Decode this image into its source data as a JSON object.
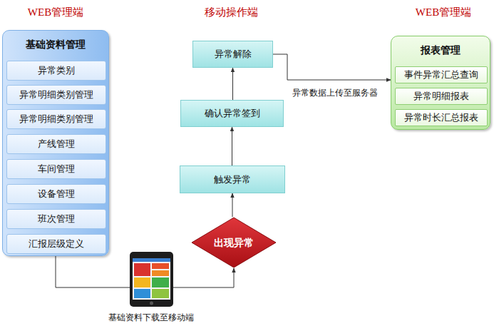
{
  "diagram": {
    "nodes": [
      {
        "text": [
          "基础资料管理"
        ]
      },
      {
        "text": [
          "异常类别"
        ],
        "in": 0
      },
      {
        "text": [
          "异常明细类别管理"
        ],
        "in": 0
      },
      {
        "text": [
          "异常明细类别管理"
        ],
        "in": 0
      },
      {
        "text": [
          "产线管理"
        ],
        "in": 0
      },
      {
        "text": [
          "车间管理"
        ],
        "in": 0
      },
      {
        "text": [
          "设备管理"
        ],
        "in": 0
      },
      {
        "text": [
          "班次管理"
        ],
        "in": 0
      },
      {
        "text": [
          "汇报层级定义"
        ],
        "in": 0
      },
      {
        "text": [
          "异常解除"
        ]
      },
      {
        "text": [
          "确认异常签到"
        ]
      },
      {
        "text": [
          "触发异常"
        ]
      },
      {
        "text": [
          "出现异常"
        ]
      },
      {
        "text": [
          "报表管理"
        ]
      },
      {
        "text": [
          "事件异常汇总查询"
        ],
        "in": 13
      },
      {
        "text": [
          "异常明细报表"
        ],
        "in": 13
      },
      {
        "text": [
          "异常时长汇总报表"
        ],
        "in": 13
      }
    ],
    "edges": [
      {
        "from": 0,
        "to": 12,
        "label": "基础资料下载至移动端",
        "arrow": "to"
      },
      {
        "from": 12,
        "to": 11,
        "arrow": "to"
      },
      {
        "from": 11,
        "to": 10,
        "arrow": "to"
      },
      {
        "from": 10,
        "to": 9,
        "arrow": "to"
      },
      {
        "from": 9,
        "to": 13,
        "label": "异常数据上传至服务器",
        "arrow": "to"
      }
    ],
    "labels": [
      "WEB管理端",
      "移动操作端",
      "WEB管理端"
    ]
  }
}
